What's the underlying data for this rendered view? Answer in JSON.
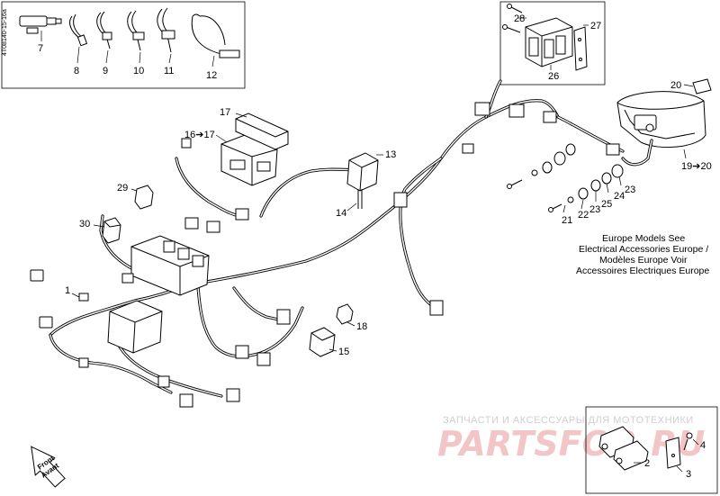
{
  "diagram_code": "4T08140-15-16a",
  "callouts": {
    "c1": "1",
    "c2": "2",
    "c3": "3",
    "c4": "4",
    "c7": "7",
    "c8": "8",
    "c9": "9",
    "c10": "10",
    "c11": "11",
    "c12": "12",
    "c13": "13",
    "c14": "14",
    "c15": "15",
    "c16_17": "16➔17",
    "c17": "17",
    "c18": "18",
    "c19_20": "19➔20",
    "c20": "20",
    "c21": "21",
    "c22": "22",
    "c23a": "23",
    "c23b": "23",
    "c24": "24",
    "c25": "25",
    "c26": "26",
    "c27": "27",
    "c28": "28",
    "c29": "29",
    "c30": "30"
  },
  "note_lines": [
    "Europe Models See",
    "Electrical Accessories Europe /",
    "Modèles Europe Voir",
    "Accessoires Electriques Europe"
  ],
  "front_arrow": {
    "line1": "Front",
    "line2": "Avant"
  },
  "watermark": {
    "caption": "ЗАПЧАСТИ И АКСЕССУАРЫ ДЛЯ МОТОТЕХНИКИ",
    "logo": "PARTSFOR.RU"
  }
}
